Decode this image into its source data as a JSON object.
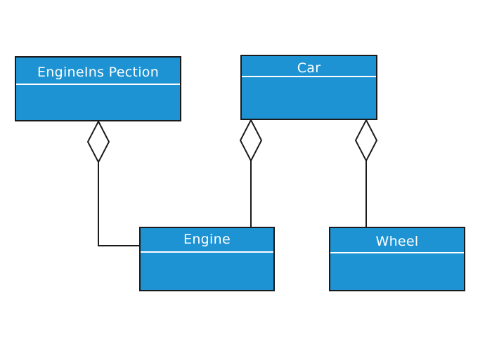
{
  "colors": {
    "class_fill": "#1e93d3",
    "class_border": "#1a1a1a",
    "class_text": "#ffffff",
    "line": "#1a1a1a"
  },
  "classes": {
    "engine_inspection": {
      "name": "EngineIns Pection"
    },
    "car": {
      "name": "Car"
    },
    "engine": {
      "name": "Engine"
    },
    "wheel": {
      "name": "Wheel"
    }
  },
  "relationships": [
    {
      "type": "aggregation",
      "whole": "engine_inspection",
      "part": "engine"
    },
    {
      "type": "aggregation",
      "whole": "car",
      "part": "engine"
    },
    {
      "type": "aggregation",
      "whole": "car",
      "part": "wheel"
    }
  ]
}
